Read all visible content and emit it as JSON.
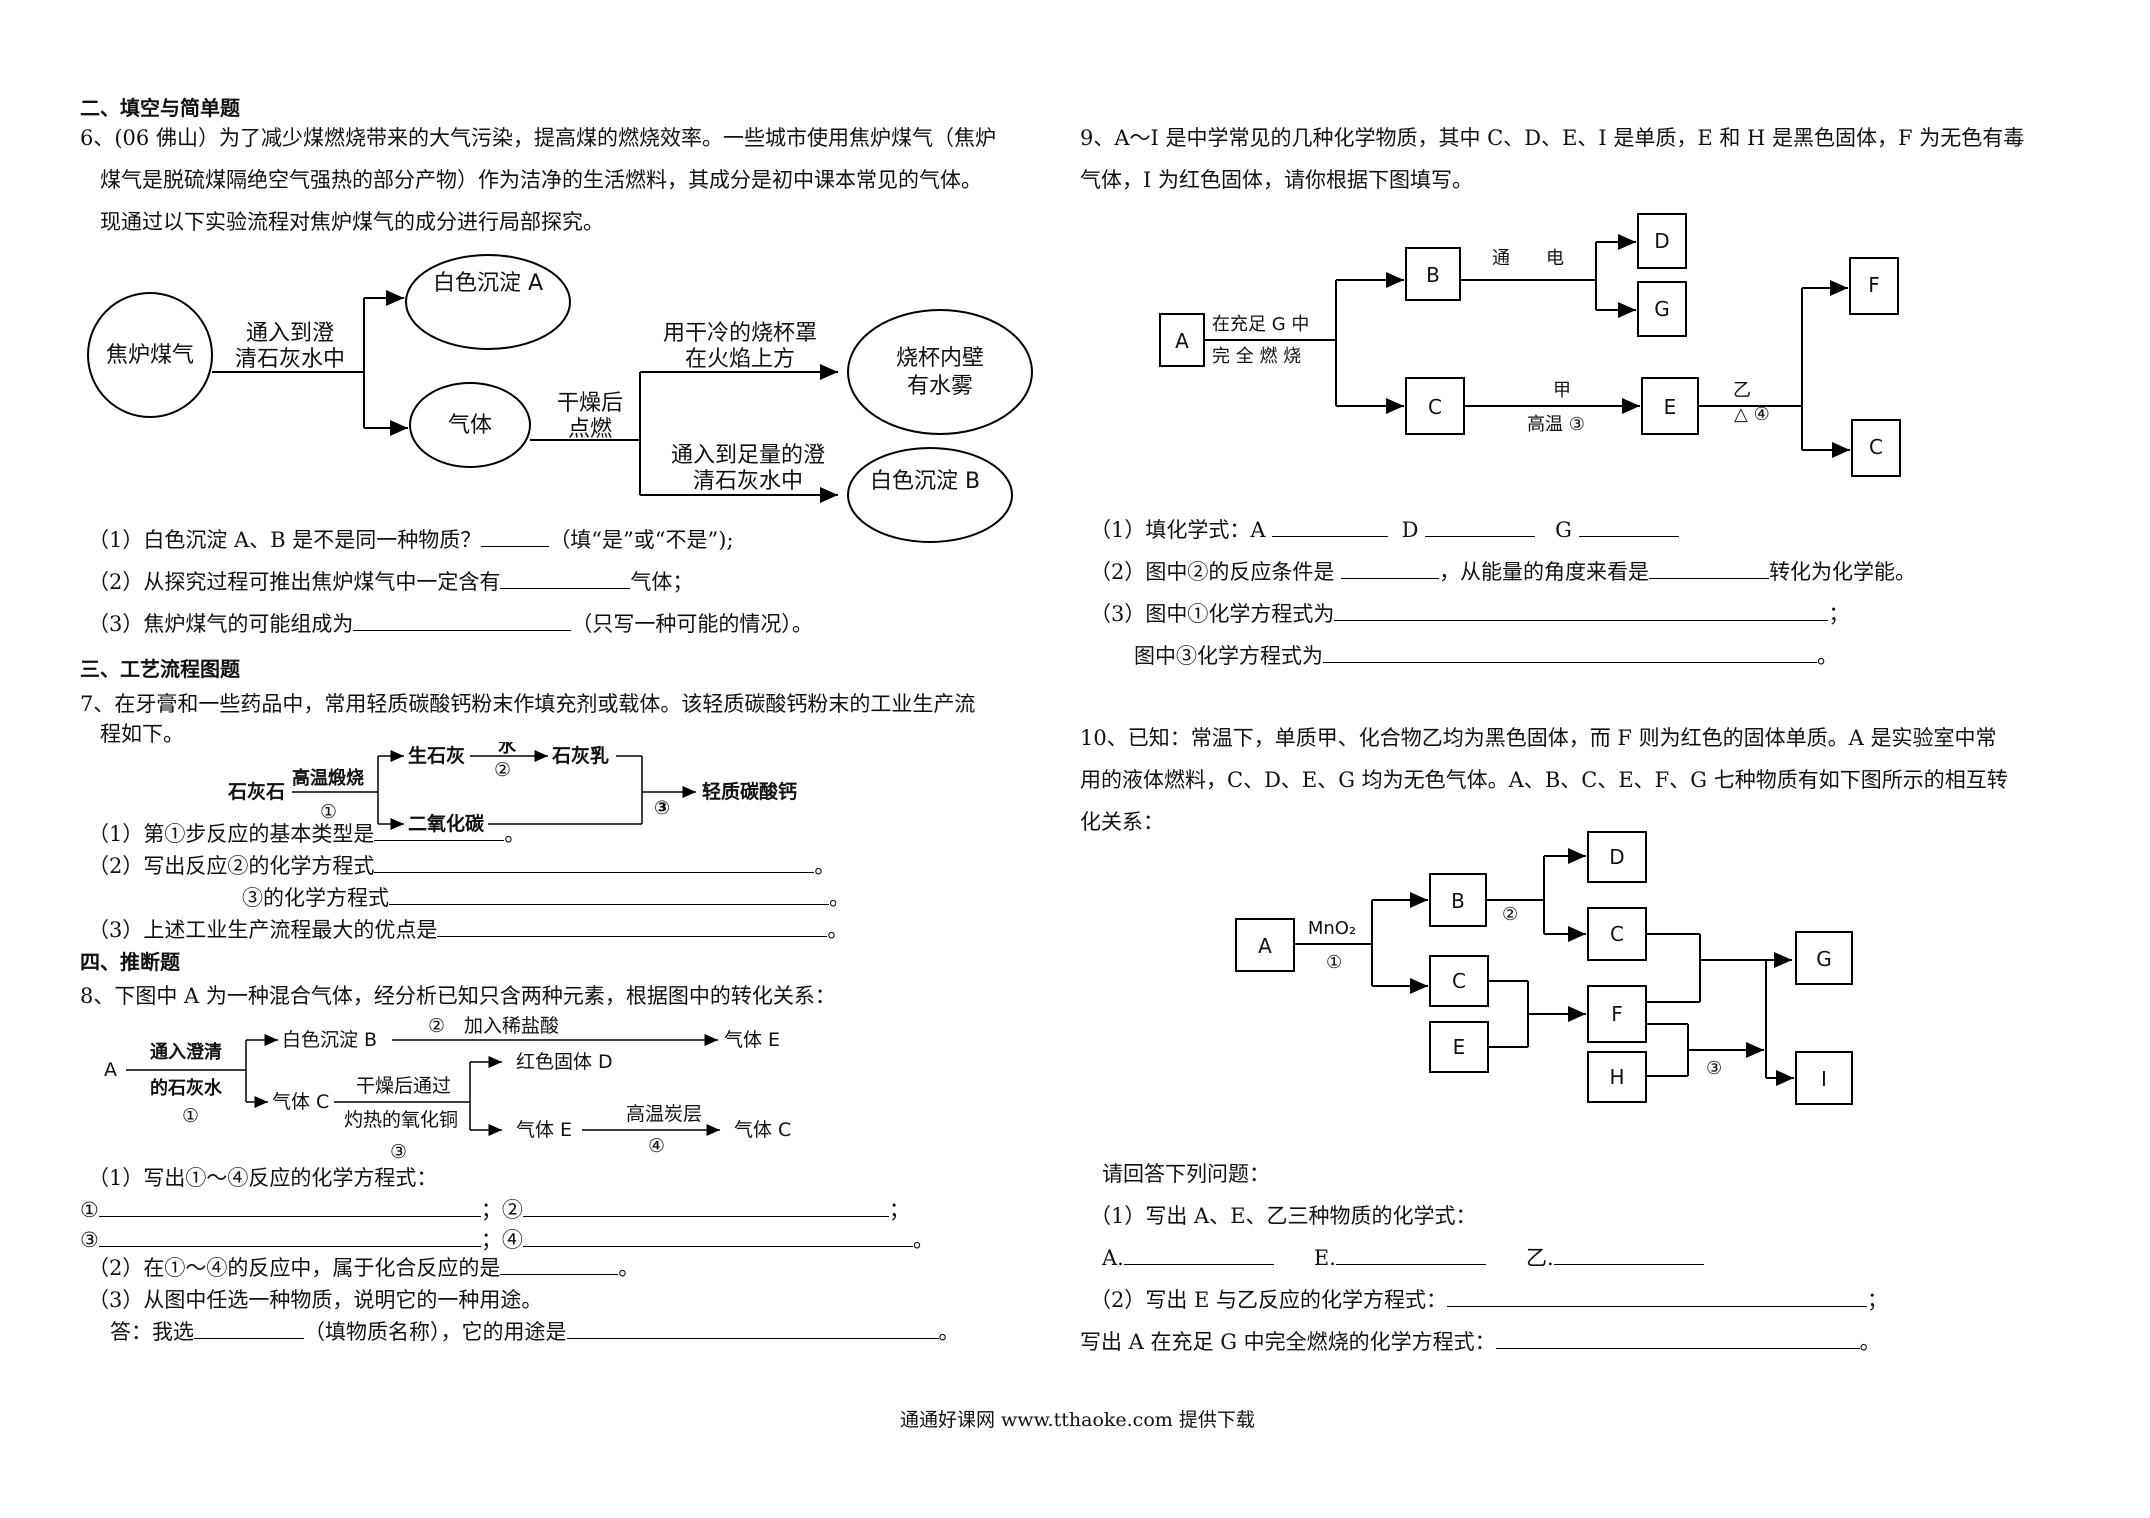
{
  "sec2_title": "二、填空与简单题",
  "q6": {
    "l1": "6、(06 佛山）为了减少煤燃烧带来的大气污染，提高煤的燃烧效率。一些城市使用焦炉煤气（焦炉",
    "l2": "煤气是脱硫煤隔绝空气强热的部分产物）作为洁净的生活燃料，其成分是初中课本常见的气体。",
    "l3": "现通过以下实验流程对焦炉煤气的成分进行局部探究。",
    "d": {
      "gas": "焦炉煤气",
      "a1a": "通入到澄",
      "a1b": "清石灰水中",
      "wA": "白色沉淀 A",
      "qt": "气体",
      "a2a": "干燥后",
      "a2b": "点燃",
      "a3a": "用干冷的烧杯罩",
      "a3b": "在火焰上方",
      "r1a": "烧杯内壁",
      "r1b": "有水雾",
      "a4a": "通入到足量的澄",
      "a4b": "清石灰水中",
      "wB": "白色沉淀 B"
    },
    "s1a": "（1）白色沉淀 A、B 是不是同一种物质？",
    "s1b": "（填“是”或“不是”);",
    "s2a": "（2）从探究过程可推出焦炉煤气中一定含有",
    "s2b": "气体；",
    "s3a": "（3）焦炉煤气的可能组成为",
    "s3b": "（只写一种可能的情况）。"
  },
  "sec3_title": "三、工艺流程图题",
  "q7": {
    "l1": "7、在牙膏和一些药品中，常用轻质碳酸钙粉末作填充剂或载体。该轻质碳酸钙粉末的工业生产流",
    "l2": "程如下。",
    "d": {
      "s": "石灰石",
      "c1": "高温煅烧",
      "n1": "①",
      "p1": "生石灰",
      "w": "水",
      "n2": "②",
      "p2": "石灰乳",
      "co2": "二氧化碳",
      "n3": "③",
      "prod": "轻质碳酸钙"
    },
    "s1a": "（1）第①步反应的基本类型是",
    "s1b": "。",
    "s2a": "（2）写出反应②的化学方程式",
    "s2b": "。",
    "s3a": "③的化学方程式",
    "s3b": "。",
    "s4a": "（3）上述工业生产流程最大的优点是",
    "s4b": "。"
  },
  "sec4_title": "四、推断题",
  "q8": {
    "l1": "8、下图中 A 为一种混合气体，经分析已知只含两种元素，根据图中的转化关系：",
    "d": {
      "A": "A",
      "c1a": "通入澄清",
      "c1b": "的石灰水",
      "n1": "①",
      "wB": "白色沉淀 B",
      "n2": "②",
      "c2": "加入稀盐酸",
      "gE1": "气体 E",
      "gC": "气体 C",
      "c3a": "干燥后通过",
      "c3b": "灼热的氧化铜",
      "n3": "③",
      "rD": "红色固体 D",
      "gE2": "气体 E",
      "c4": "高温炭层",
      "n4": "④",
      "gC2": "气体 C"
    },
    "s1": "（1）写出①～④反应的化学方程式：",
    "m1": "①",
    "m2": "；②",
    "m3": "③",
    "m4": "；④",
    "end1": "；",
    "end2": "。",
    "s2a": "（2）在①～④的反应中，属于化合反应的是",
    "s2b": "。",
    "s3": "（3）从图中任选一种物质，说明它的一种用途。",
    "s4a": "答：我选",
    "s4b": "（填物质名称），它的用途是",
    "s4c": "。"
  },
  "q9": {
    "l1": "9、A～I 是中学常见的几种化学物质，其中 C、D、E、I 是单质，E 和 H 是黑色固体，F 为无色有毒",
    "l2": "气体，I 为红色固体，请你根据下图填写。",
    "d": {
      "A": "A",
      "c1a": "在充足 G 中",
      "c1b": "完 全 燃 烧",
      "B": "B",
      "c2a": "通",
      "c2b": "电",
      "D": "D",
      "G": "G",
      "C": "C",
      "c3a": "甲",
      "c3b": "高温 ③",
      "E": "E",
      "c4a": "乙",
      "c4b": "△ ④",
      "F": "F",
      "C2": "C"
    },
    "s1a": "（1）填化学式：A",
    "s1b": "D",
    "s1c": "G",
    "s2a": "（2）图中②的反应条件是",
    "s2b": "，从能量的角度来看是",
    "s2c": "转化为化学能。",
    "s3a": "（3）图中①化学方程式为",
    "s3b": "；",
    "s4a": "图中③化学方程式为",
    "s4b": "。"
  },
  "q10": {
    "l1": "10、已知：常温下，单质甲、化合物乙均为黑色固体，而 F 则为红色的固体单质。A 是实验室中常",
    "l2": "用的液体燃料，C、D、E、G 均为无色气体。A、B、C、E、F、G 七种物质有如下图所示的相互转",
    "l3": "化关系：",
    "d": {
      "A": "A",
      "c1": "MnO₂",
      "n1": "①",
      "B": "B",
      "n2": "②",
      "D": "D",
      "C1": "C",
      "C2": "C",
      "E": "E",
      "F": "F",
      "H": "H",
      "n3": "③",
      "G": "G",
      "I": "I"
    },
    "s0": "请回答下列问题：",
    "s1": "（1）写出 A、E、乙三种物质的化学式：",
    "a": "A.",
    "e": "E.",
    "y": "乙.",
    "s2a": "（2）写出 E 与乙反应的化学方程式：",
    "s2b": "；",
    "s3a": "写出 A 在充足 G 中完全燃烧的化学方程式：",
    "s3b": "。"
  },
  "footer": "通通好课网  www.tthaoke.com  提供下载"
}
